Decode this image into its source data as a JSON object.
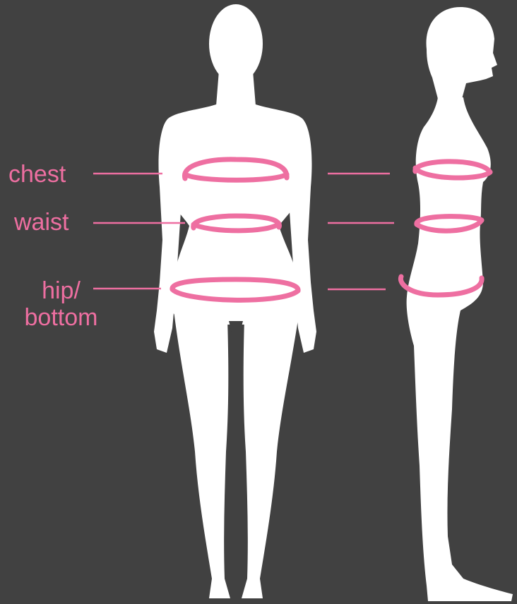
{
  "colors": {
    "background": "#414141",
    "silhouette": "#ffffff",
    "accent": "#ee6fa1"
  },
  "labels": {
    "chest": "chest",
    "waist": "waist",
    "hip_line1": "hip/",
    "hip_line2": "bottom"
  }
}
